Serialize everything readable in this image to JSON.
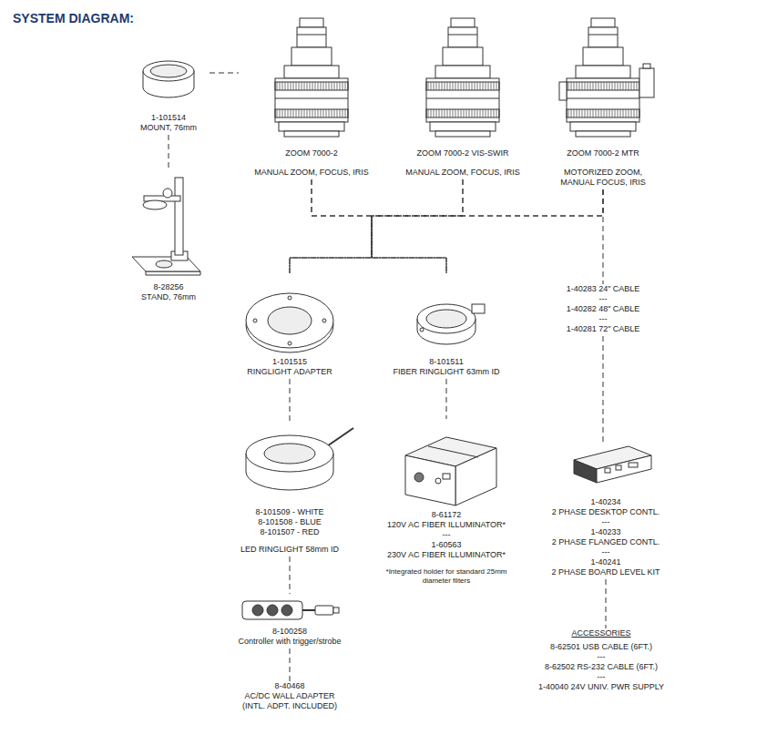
{
  "diagram": {
    "title": "SYSTEM DIAGRAM:",
    "nodes": [
      {
        "text": [
          "1-101514",
          "MOUNT, 76mm"
        ]
      },
      {
        "text": [
          "ZOOM 7000-2",
          "MANUAL ZOOM, FOCUS, IRIS"
        ]
      },
      {
        "text": [
          "ZOOM 7000-2 VIS-SWIR",
          "MANUAL ZOOM, FOCUS, IRIS"
        ]
      },
      {
        "text": [
          "ZOOM 7000-2 MTR",
          "MOTORIZED ZOOM, MANUAL FOCUS, IRIS"
        ]
      },
      {
        "text": [
          "8-28256",
          "STAND, 76mm"
        ]
      },
      {
        "text": [
          "1-101515",
          "RINGLIGHT ADAPTER"
        ]
      },
      {
        "text": [
          "8-101511",
          "FIBER RINGLIGHT 63mm ID"
        ]
      },
      {
        "text": [
          "1-40283 24\" CABLE",
          "---",
          "1-40282 48\" CABLE",
          "---",
          "1-40281 72\" CABLE"
        ]
      },
      {
        "text": [
          "8-101509 - WHITE",
          "8-101508 - BLUE",
          "8-101507 - RED",
          "LED RINGLIGHT 58mm ID"
        ]
      },
      {
        "text": [
          "8-61172",
          "120V AC FIBER ILLUMINATOR*",
          "---",
          "1-60563",
          "230V AC FIBER ILLUMINATOR*",
          "*Integrated holder for standard 25mm diameter filters"
        ]
      },
      {
        "text": [
          "1-40234",
          "2 PHASE DESKTOP CONTL.",
          "---",
          "1-40233",
          "2 PHASE FLANGED CONTL.",
          "---",
          "1-40241",
          "2 PHASE BOARD LEVEL KIT"
        ]
      },
      {
        "text": [
          "8-100258",
          "Controller with trigger/strobe"
        ]
      },
      {
        "text": [
          "8-40468",
          "AC/DC WALL ADAPTER (INTL. ADPT. INCLUDED)"
        ]
      },
      {
        "text": [
          "ACCESSORIES",
          "8-62501 USB CABLE (6FT.)",
          "---",
          "8-62502 RS-232 CABLE (6FT.)",
          "---",
          "1-40040 24V UNIV. PWR SUPPLY"
        ]
      }
    ],
    "edges": [
      {
        "from": 0,
        "to": 1,
        "arrow": "none"
      },
      {
        "from": 0,
        "to": 4,
        "arrow": "none"
      },
      {
        "from": 1,
        "to": 5,
        "arrow": "none"
      },
      {
        "from": 1,
        "to": 6,
        "arrow": "none"
      },
      {
        "from": 2,
        "to": 5,
        "arrow": "none"
      },
      {
        "from": 2,
        "to": 6,
        "arrow": "none"
      },
      {
        "from": 3,
        "to": 5,
        "arrow": "none"
      },
      {
        "from": 3,
        "to": 6,
        "arrow": "none"
      },
      {
        "from": 3,
        "to": 7,
        "arrow": "none"
      },
      {
        "from": 7,
        "to": 10,
        "arrow": "none"
      },
      {
        "from": 5,
        "to": 8,
        "arrow": "none"
      },
      {
        "from": 6,
        "to": 9,
        "arrow": "none"
      },
      {
        "from": 8,
        "to": 11,
        "arrow": "none"
      },
      {
        "from": 11,
        "to": 12,
        "arrow": "none"
      },
      {
        "from": 10,
        "to": 13,
        "arrow": "none"
      }
    ]
  }
}
